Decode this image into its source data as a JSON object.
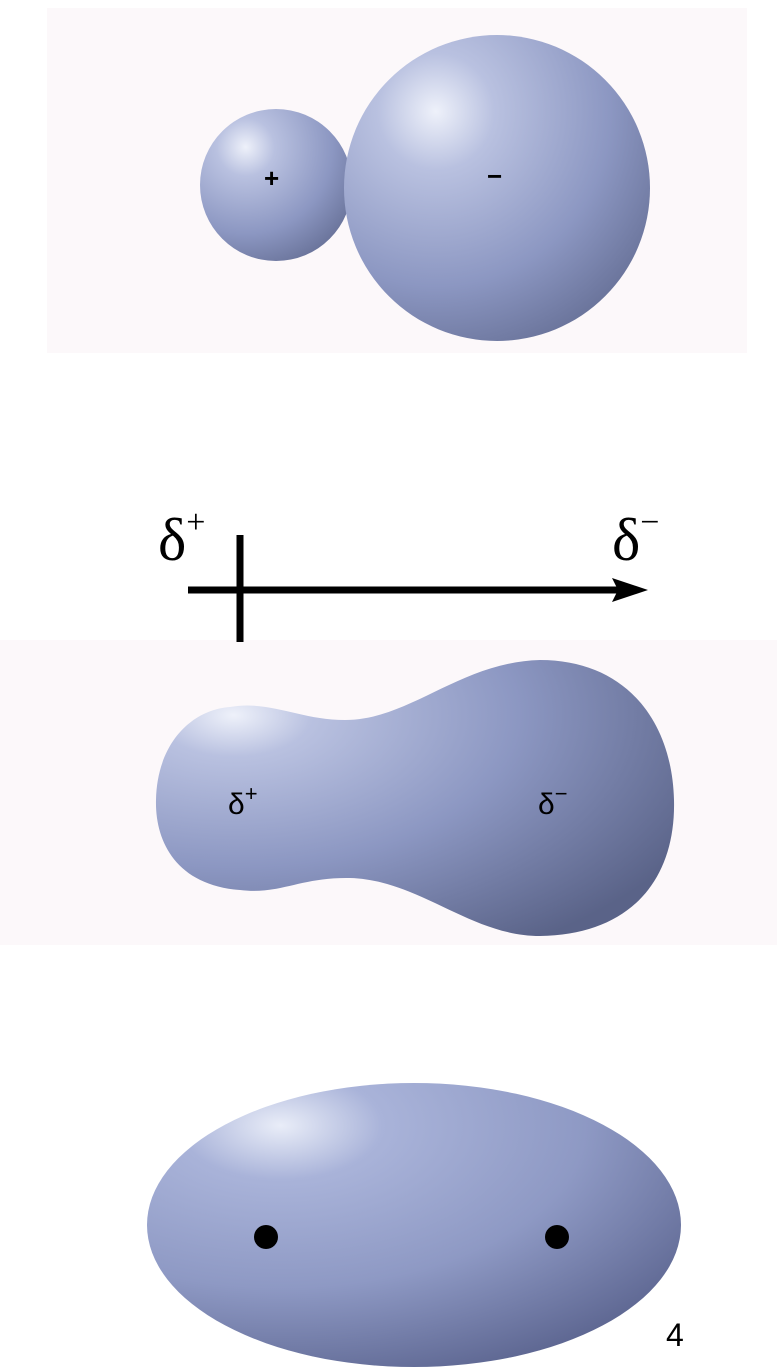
{
  "colors": {
    "panel_background": "#fcf8fa",
    "surface_light": "#dfe4f3",
    "surface_mid": "#97a2cb",
    "surface_dark": "#5a6388",
    "ink": "#000000"
  },
  "orbital_spheres": {
    "small_sign": "+",
    "large_sign": "−"
  },
  "dipole_arrow": {
    "left_label": "δ",
    "left_sign": "+",
    "right_label": "δ",
    "right_sign": "−"
  },
  "polar_molecule": {
    "left_label": "δ",
    "left_sign": "+",
    "right_label": "δ",
    "right_sign": "−"
  },
  "nonpolar_molecule": {
    "nuclei": [
      "nucleus",
      "nucleus"
    ]
  },
  "page_number": "4"
}
